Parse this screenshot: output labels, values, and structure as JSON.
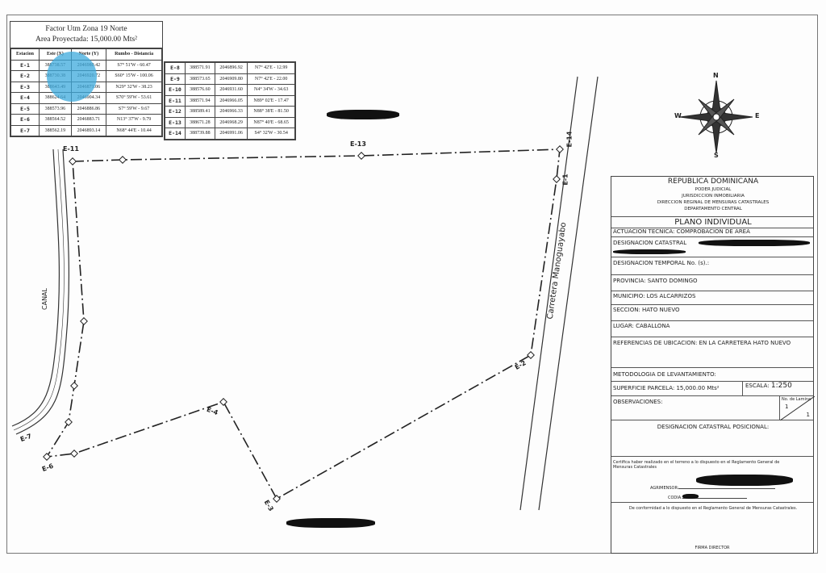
{
  "coord_table": {
    "title_line1": "Factor Utm Zona 19 Norte",
    "title_line2": "Area Proyectada: 15,000.00 Mts²",
    "headers": [
      "Estacion",
      "Este (X)",
      "Norte (Y)",
      "Rumbo - Distancia"
    ],
    "rows": [
      [
        "E-1",
        "388738.57",
        "2046980.42",
        "S7° 51'W - 60.47"
      ],
      [
        "E-2",
        "388730.38",
        "2046920.72",
        "S60° 15'W - 100.06"
      ],
      [
        "E-3",
        "388643.49",
        "2046871.06",
        "N29° 32'W - 38.23"
      ],
      [
        "E-4",
        "388624.64",
        "2046904.34",
        "S70° 59'W - 53.61"
      ],
      [
        "E-5",
        "388573.96",
        "2046886.86",
        "S7° 59'W - 9.67"
      ],
      [
        "E-6",
        "388564.52",
        "2046883.71",
        "N13° 37'W - 9.79"
      ],
      [
        "E-7",
        "388562.19",
        "2046893.14",
        "N68° 44'E - 10.44"
      ]
    ]
  },
  "coord_table2": {
    "rows": [
      [
        "E-8",
        "388571.91",
        "2046896.92",
        "N7° 42'E - 12.99"
      ],
      [
        "E-9",
        "388573.65",
        "2046909.80",
        "N7° 42'E - 22.00"
      ],
      [
        "E-10",
        "388576.60",
        "2046931.60",
        "N4° 34'W - 34.63"
      ],
      [
        "E-11",
        "388571.94",
        "2046966.05",
        "N89° 02'E - 17.47"
      ],
      [
        "E-12",
        "388589.41",
        "2046966.33",
        "N88° 38'E - 81.50"
      ],
      [
        "E-13",
        "388671.28",
        "2046968.29",
        "N87° 40'E - 68.65"
      ],
      [
        "E-14",
        "388739.88",
        "2046991.06",
        "S4° 32'W - 30.54"
      ]
    ]
  },
  "map": {
    "station_labels": [
      "E-11",
      "E-13",
      "E-14",
      "E-1",
      "E-2",
      "E-3",
      "E-4",
      "E-7",
      "E-6"
    ],
    "road_label": "Carretera Manoguayabo",
    "canal_label": "CANAL",
    "compass": {
      "n": "N",
      "s": "S",
      "e": "E",
      "w": "W"
    }
  },
  "title_block": {
    "country": "REPUBLICA DOMINICANA",
    "line2": "PODER JUDICIAL",
    "line3": "JURISDICCION INMOBILIARIA",
    "line4": "DIRECCION REGINAL DE MENSURAS CATASTRALES",
    "line5": "DEPARTAMENTO CENTRAL",
    "plan_title": "PLANO INDIVIDUAL",
    "actuacion": "ACTUACION TECNICA: COMPROBACION DE AREA",
    "designacion": "DESIGNACION CATASTRAL",
    "temporal": "DESIGNACION TEMPORAL No. (s).:",
    "provincia": "PROVINCIA: SANTO DOMINGO",
    "municipio": "MUNICIPIO: LOS ALCARRIZOS",
    "seccion": "SECCION: HATO NUEVO",
    "lugar": "LUGAR: CABALLONA",
    "referencias": "REFERENCIAS DE UBICACION: EN LA CARRETERA HATO NUEVO",
    "metodologia": "METODOLOGIA DE LEVANTAMIENTO:",
    "superficie": "SUPERFICIE PARCELA: 15,000.00 Mts²",
    "escala_label": "ESCALA:",
    "escala_value": "1:250",
    "observaciones": "OBSERVACIONES:",
    "lamina_label": "No. de Lamina",
    "lamina_num": "1",
    "lamina_total": "1",
    "posicional": "DESIGNACION CATASTRAL POSICIONAL:",
    "certifica": "Certifica haber realizado en el terreno a lo dispuesto en el Reglamento General de Mensuras Catastrales",
    "agrimensor": "AGRIMENSOR:",
    "codia": "CODIA:",
    "conformidad": "De conformidad a lo dispuesto en el Reglamento General de Mensuras Catastrales.",
    "firma": "FIRMA DIRECTOR"
  }
}
